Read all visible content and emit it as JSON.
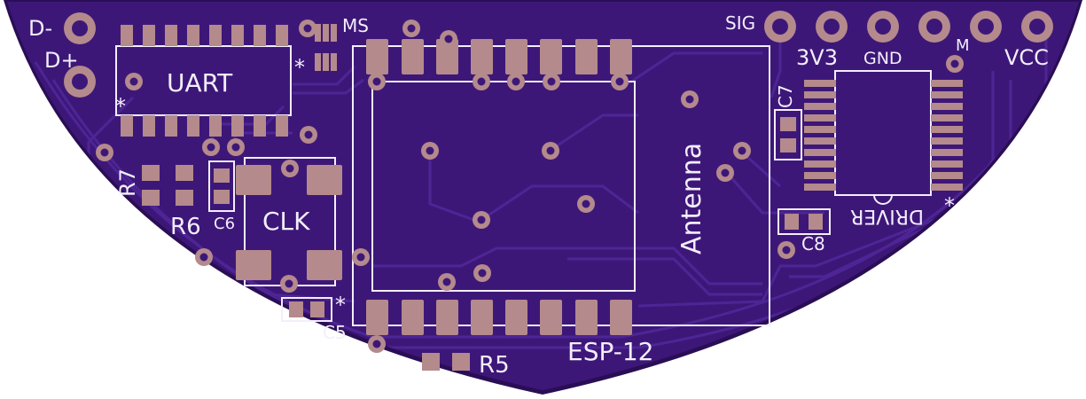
{
  "board": {
    "colors": {
      "background": "#ffffff",
      "substrate": "#3d1778",
      "trace": "#5a2ea2",
      "edge": "#2a0e55",
      "pad": "#b48a8c",
      "silk": "#f3eefb"
    },
    "labels": {
      "d_minus": "D-",
      "d_plus": "D+",
      "uart": "UART",
      "ms": "MS",
      "sig": "SIG",
      "v3v3": "3V3",
      "gnd": "GND",
      "m": "M",
      "vcc": "VCC",
      "c7": "C7",
      "antenna": "Antenna",
      "r7": "R7",
      "r6": "R6",
      "c6": "C6",
      "clk": "CLK",
      "driver": "DRIVER",
      "c8": "C8",
      "c5": "C5",
      "r5": "R5",
      "esp12": "ESP-12",
      "star": "*"
    }
  }
}
